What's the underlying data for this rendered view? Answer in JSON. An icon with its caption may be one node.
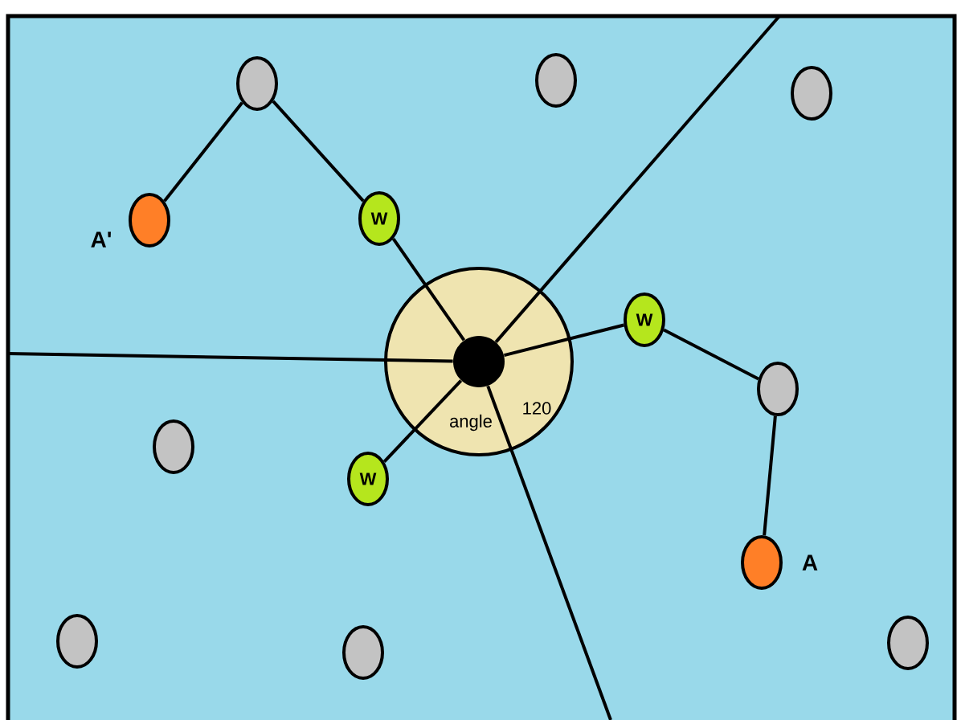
{
  "diagram": {
    "nodes": [
      {
        "text": [],
        "shape": "circle"
      },
      {
        "text": [],
        "shape": "circle"
      },
      {
        "text": [],
        "shape": "circle"
      },
      {
        "text": [],
        "shape": "circle",
        "beside": [
          "A'"
        ]
      },
      {
        "text": [
          "W"
        ]
      },
      {
        "text": [
          "angle",
          "120"
        ]
      },
      {
        "text": [],
        "shape": "circle",
        "in": 5
      },
      {
        "text": [
          "W"
        ]
      },
      {
        "text": [],
        "shape": "circle"
      },
      {
        "text": [],
        "shape": "circle"
      },
      {
        "text": [
          "W"
        ]
      },
      {
        "text": [],
        "shape": "circle",
        "beside": [
          "A"
        ]
      },
      {
        "text": [],
        "shape": "circle"
      },
      {
        "text": [],
        "shape": "circle"
      },
      {
        "text": [],
        "shape": "circle"
      }
    ],
    "edges": [
      {
        "from": 0,
        "to": 3,
        "arrow": "none"
      },
      {
        "from": 0,
        "to": 4,
        "arrow": "none"
      },
      {
        "from": 4,
        "to": 6,
        "arrow": "none"
      },
      {
        "from": 6,
        "to": 7,
        "arrow": "none"
      },
      {
        "from": 7,
        "to": 8,
        "arrow": "none"
      },
      {
        "from": 8,
        "to": 11,
        "arrow": "none"
      },
      {
        "from": 6,
        "to": 10,
        "arrow": "none"
      },
      {
        "from": 6,
        "to": null,
        "arrow": "none"
      },
      {
        "from": 6,
        "to": null,
        "arrow": "none"
      },
      {
        "from": 6,
        "to": null,
        "arrow": "none"
      }
    ]
  }
}
